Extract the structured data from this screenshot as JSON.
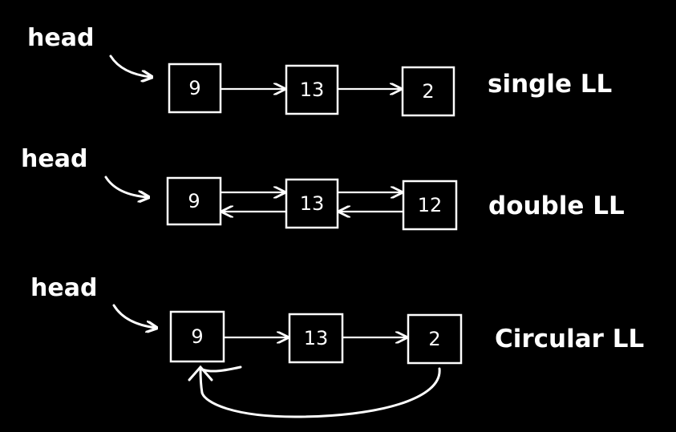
{
  "diagram": {
    "background": "#000000",
    "foreground": "#ffffff",
    "rows": [
      {
        "head_label": "head",
        "list_label": "single LL",
        "values": [
          "9",
          "13",
          "2"
        ],
        "link": "single"
      },
      {
        "head_label": "head",
        "list_label": "double LL",
        "values": [
          "9",
          "13",
          "12"
        ],
        "link": "double"
      },
      {
        "head_label": "head",
        "list_label": "Circular LL",
        "values": [
          "9",
          "13",
          "2"
        ],
        "link": "circular"
      }
    ]
  }
}
